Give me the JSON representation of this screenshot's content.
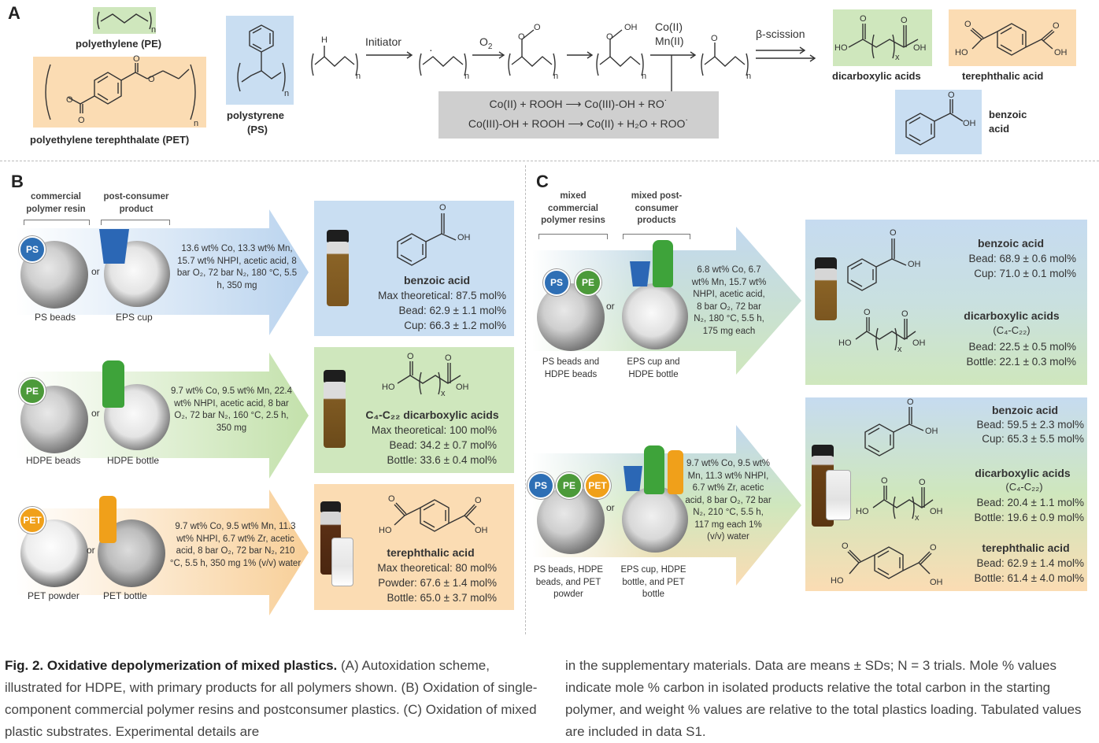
{
  "panelA": {
    "letter": "A",
    "pe_label": "polyethylene (PE)",
    "pet_label": "polyethylene terephthalate (PET)",
    "ps_label_1": "polystyrene",
    "ps_label_2": "(PS)",
    "initiator": "Initiator",
    "o2": "O",
    "o2_sub": "2",
    "co_mn_1": "Co(II)",
    "co_mn_2": "Mn(II)",
    "beta_scission": "β-scission",
    "rxn1": "Co(II) + ROOH ⟶ Co(III)-OH + RO˙",
    "rxn2": "Co(III)-OH + ROOH ⟶ Co(II) + H₂O + ROO˙",
    "dicarboxylic": "dicarboxylic acids",
    "terephthalic": "terephthalic acid",
    "benzoic_1": "benzoic",
    "benzoic_2": "acid",
    "sub_n": "n",
    "sub_x": "x"
  },
  "panelB": {
    "letter": "B",
    "header_1": "commercial polymer resin",
    "header_2": "post-consumer product",
    "or": "or",
    "rows": [
      {
        "badge": "PS",
        "left_caption": "PS beads",
        "right_caption": "EPS cup",
        "conditions": "13.6 wt% Co, 13.3 wt% Mn, 15.7 wt% NHPI, acetic acid, 8 bar O₂, 72 bar N₂, 180 °C, 5.5 h, 350 mg",
        "result_title": "benzoic acid",
        "lines": [
          "Max theoretical: 87.5 mol%",
          "Bead: 62.9 ± 1.1 mol%",
          "Cup: 66.3 ± 1.2 mol%"
        ]
      },
      {
        "badge": "PE",
        "left_caption": "HDPE beads",
        "right_caption": "HDPE bottle",
        "conditions": "9.7 wt% Co, 9.5 wt% Mn, 22.4 wt% NHPI, acetic acid, 8 bar O₂, 72 bar N₂, 160 °C, 2.5 h, 350 mg",
        "result_title": "C₄-C₂₂ dicarboxylic acids",
        "lines": [
          "Max theoretical: 100 mol%",
          "Bead: 34.2 ± 0.7 mol%",
          "Bottle: 33.6 ± 0.4 mol%"
        ]
      },
      {
        "badge": "PET",
        "left_caption": "PET powder",
        "right_caption": "PET bottle",
        "conditions": "9.7 wt% Co, 9.5 wt% Mn, 11.3 wt% NHPI, 6.7 wt% Zr, acetic acid, 8 bar O₂, 72 bar N₂, 210 °C, 5.5 h, 350 mg 1% (v/v) water",
        "result_title": "terephthalic acid",
        "lines": [
          "Max theoretical: 80 mol%",
          "Powder: 67.6 ± 1.4 mol%",
          "Bottle: 65.0 ± 3.7 mol%"
        ]
      }
    ]
  },
  "panelC": {
    "letter": "C",
    "header_1": "mixed commercial polymer resins",
    "header_2": "mixed post-consumer products",
    "or": "or",
    "row1": {
      "badges": [
        "PS",
        "PE"
      ],
      "left_caption": "PS beads and HDPE beads",
      "right_caption": "EPS cup and HDPE bottle",
      "conditions": "6.8 wt% Co, 6.7 wt% Mn, 15.7 wt% NHPI, acetic acid, 8 bar O₂, 72 bar N₂, 180 °C, 5.5 h, 175 mg each",
      "r1_title": "benzoic acid",
      "r1_lines": [
        "Bead: 68.9 ± 0.6 mol%",
        "Cup: 71.0 ± 0.1 mol%"
      ],
      "r2_title": "dicarboxylic acids",
      "r2_sub": "(C₄-C₂₂)",
      "r2_lines": [
        "Bead: 22.5 ± 0.5 mol%",
        "Bottle: 22.1 ± 0.3 mol%"
      ]
    },
    "row2": {
      "badges": [
        "PS",
        "PE",
        "PET"
      ],
      "left_caption": "PS beads, HDPE beads, and PET powder",
      "right_caption": "EPS cup, HDPE bottle, and PET bottle",
      "conditions": "9.7 wt% Co, 9.5 wt% Mn, 11.3 wt% NHPI, 6.7 wt% Zr, acetic acid, 8 bar O₂, 72 bar N₂, 210 °C, 5.5 h, 117 mg each 1% (v/v) water",
      "r1_title": "benzoic acid",
      "r1_lines": [
        "Bead: 59.5 ± 2.3 mol%",
        "Cup: 65.3 ± 5.5 mol%"
      ],
      "r2_title": "dicarboxylic acids",
      "r2_sub": "(C₄-C₂₂)",
      "r2_lines": [
        "Bead: 20.4 ± 1.1 mol%",
        "Bottle: 19.6 ± 0.9 mol%"
      ],
      "r3_title": "terephthalic acid",
      "r3_lines": [
        "Bead: 62.9 ± 1.4 mol%",
        "Bottle: 61.4 ± 4.0 mol%"
      ]
    }
  },
  "molecule_labels": {
    "oh": "OH",
    "ho": "HO",
    "o": "O",
    "h": "H"
  },
  "caption": {
    "fig_label": "Fig. 2. Oxidative depolymerization of mixed plastics.",
    "col1": " (A) Autoxidation scheme, illustrated for HDPE, with primary products for all polymers shown. (B) Oxidation of single-component commercial polymer resins and postconsumer plastics. (C) Oxidation of mixed plastic substrates. Experimental details are",
    "col2": "in the supplementary materials. Data are means ± SDs; N = 3 trials. Mole % values indicate mole % carbon in isolated products relative the total carbon in the starting polymer, and weight % values are relative to the total plastics loading. Tabulated values are included in data S1."
  },
  "colors": {
    "blue_box": "#c9def2",
    "green_box": "#cfe7bd",
    "orange_box": "#fbdcb3",
    "gray_box": "#cfcfcf",
    "ps_badge": "#2e6fb5",
    "pe_badge": "#4c9a3a",
    "pet_badge": "#f0a01a"
  }
}
